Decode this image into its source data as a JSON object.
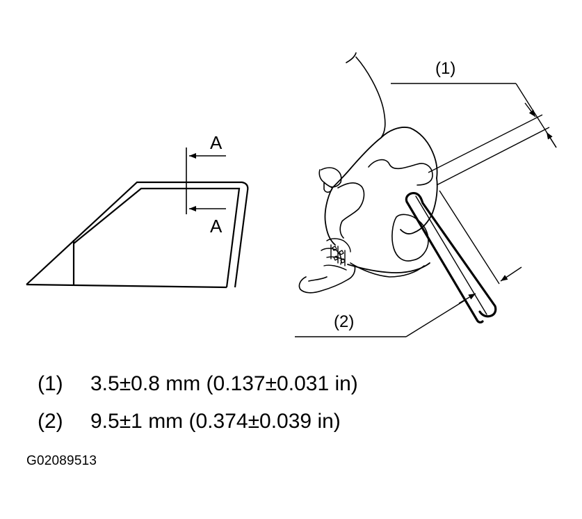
{
  "diagram": {
    "section_marker_top": "A",
    "section_marker_bottom": "A",
    "callout_1": "(1)",
    "callout_2": "(2)"
  },
  "legend": [
    {
      "number": "(1)",
      "text": "3.5±0.8 mm (0.137±0.031 in)"
    },
    {
      "number": "(2)",
      "text": "9.5±1 mm (0.374±0.039 in)"
    }
  ],
  "figure_id": "G02089513"
}
